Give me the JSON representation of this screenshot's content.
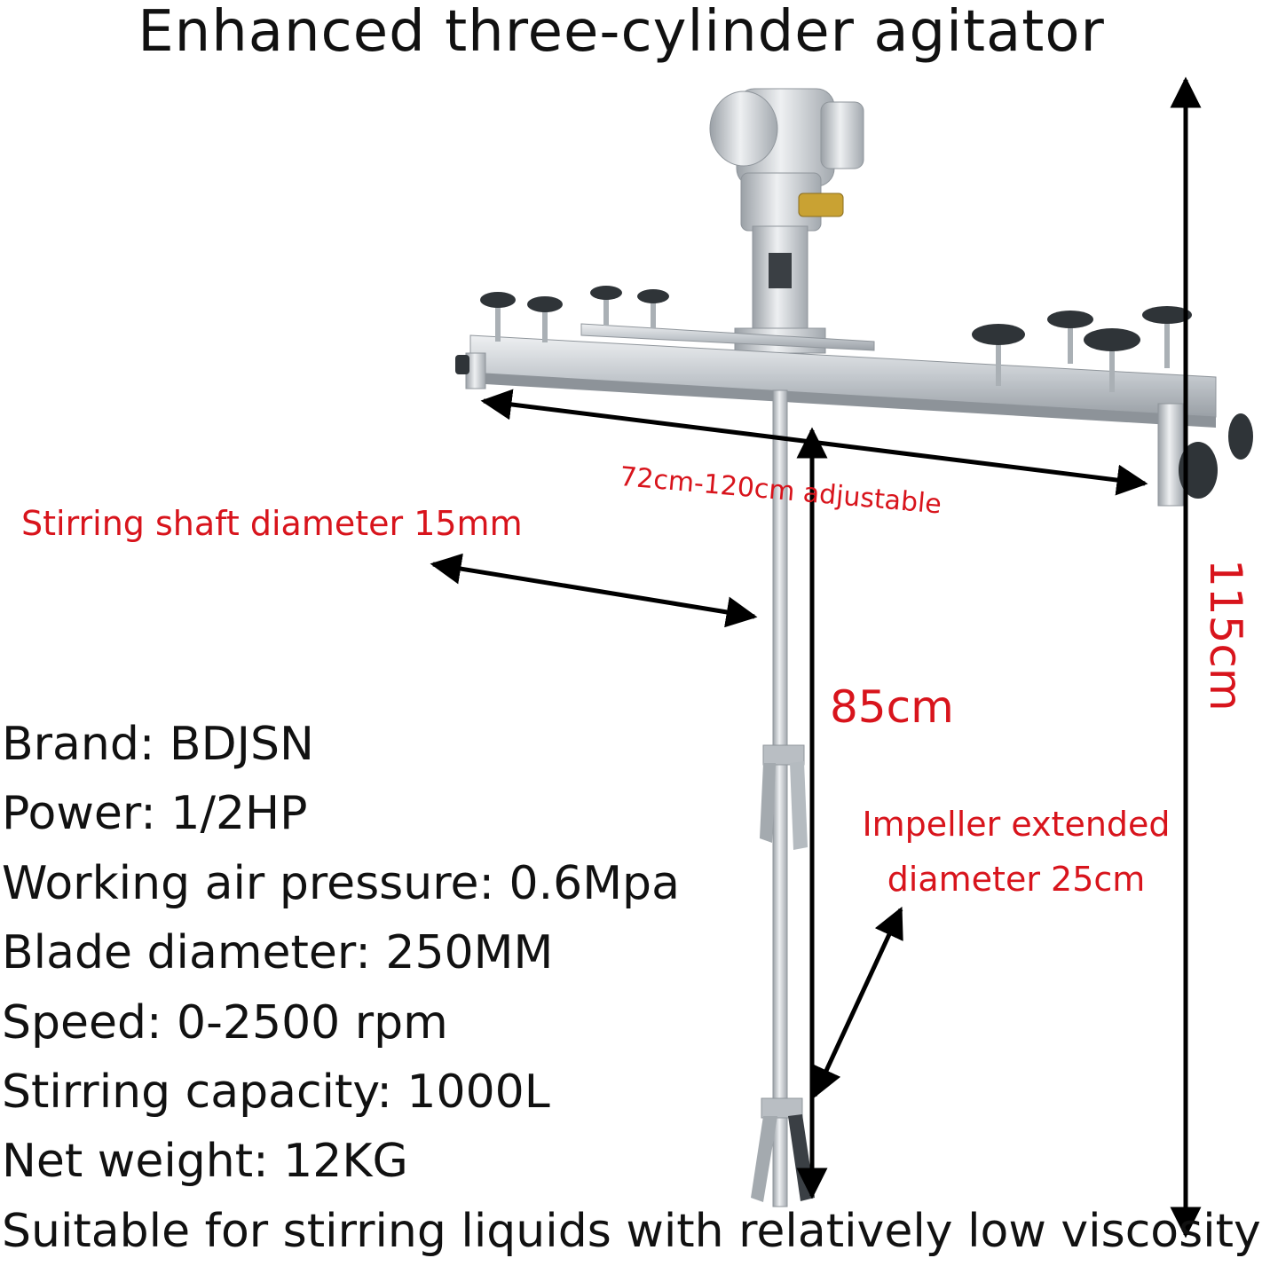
{
  "title": "Enhanced three-cylinder agitator",
  "labels": {
    "shaft_diameter": "Stirring shaft diameter 15mm",
    "width_adjustable": "72cm-120cm adjustable",
    "shaft_length": "85cm",
    "total_height": "115cm",
    "impeller_line1": "Impeller extended",
    "impeller_line2": "diameter 25cm"
  },
  "specs": [
    "Brand: BDJSN",
    "Power: 1/2HP",
    "Working air pressure: 0.6Mpa",
    "Blade diameter: 250MM",
    "Speed: 0-2500 rpm",
    "Stirring capacity: 1000L",
    "Net weight: 12KG",
    "Suitable for stirring liquids with relatively low viscosity"
  ],
  "colors": {
    "label_red": "#d8141c",
    "text_dark": "#111111",
    "metal": "#c9cdd1",
    "knob": "#2f3438"
  }
}
